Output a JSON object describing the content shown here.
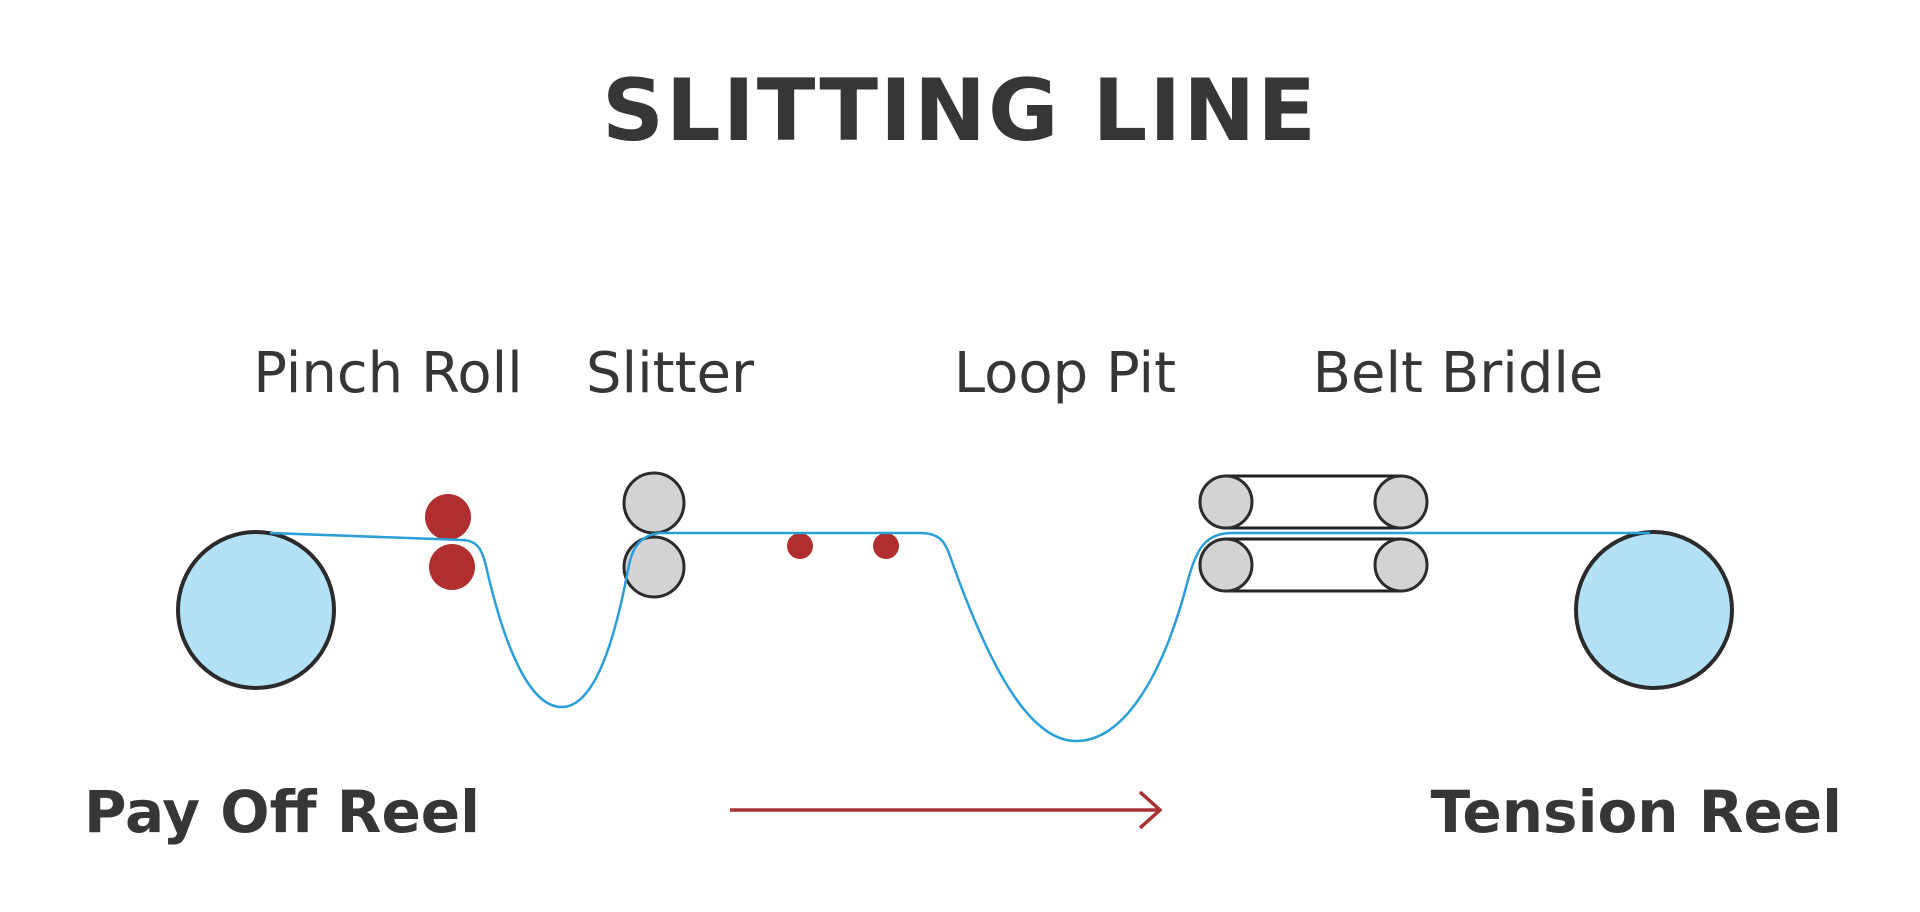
{
  "title": "SLITTING LINE",
  "labels": {
    "pinch_roll": "Pinch Roll",
    "slitter": "Slitter",
    "loop_pit": "Loop Pit",
    "belt_bridle": "Belt Bridle",
    "pay_off_reel": "Pay Off Reel",
    "tension_reel": "Tension Reel"
  },
  "colors": {
    "text": "#363636",
    "reel_fill": "#b3e1f5",
    "roll_gray": "#d3d3d5",
    "pinch_red": "#b02e2e",
    "strip_blue": "#2a9fd8",
    "arrow_red": "#a83232",
    "outline": "#2b2b2b"
  }
}
